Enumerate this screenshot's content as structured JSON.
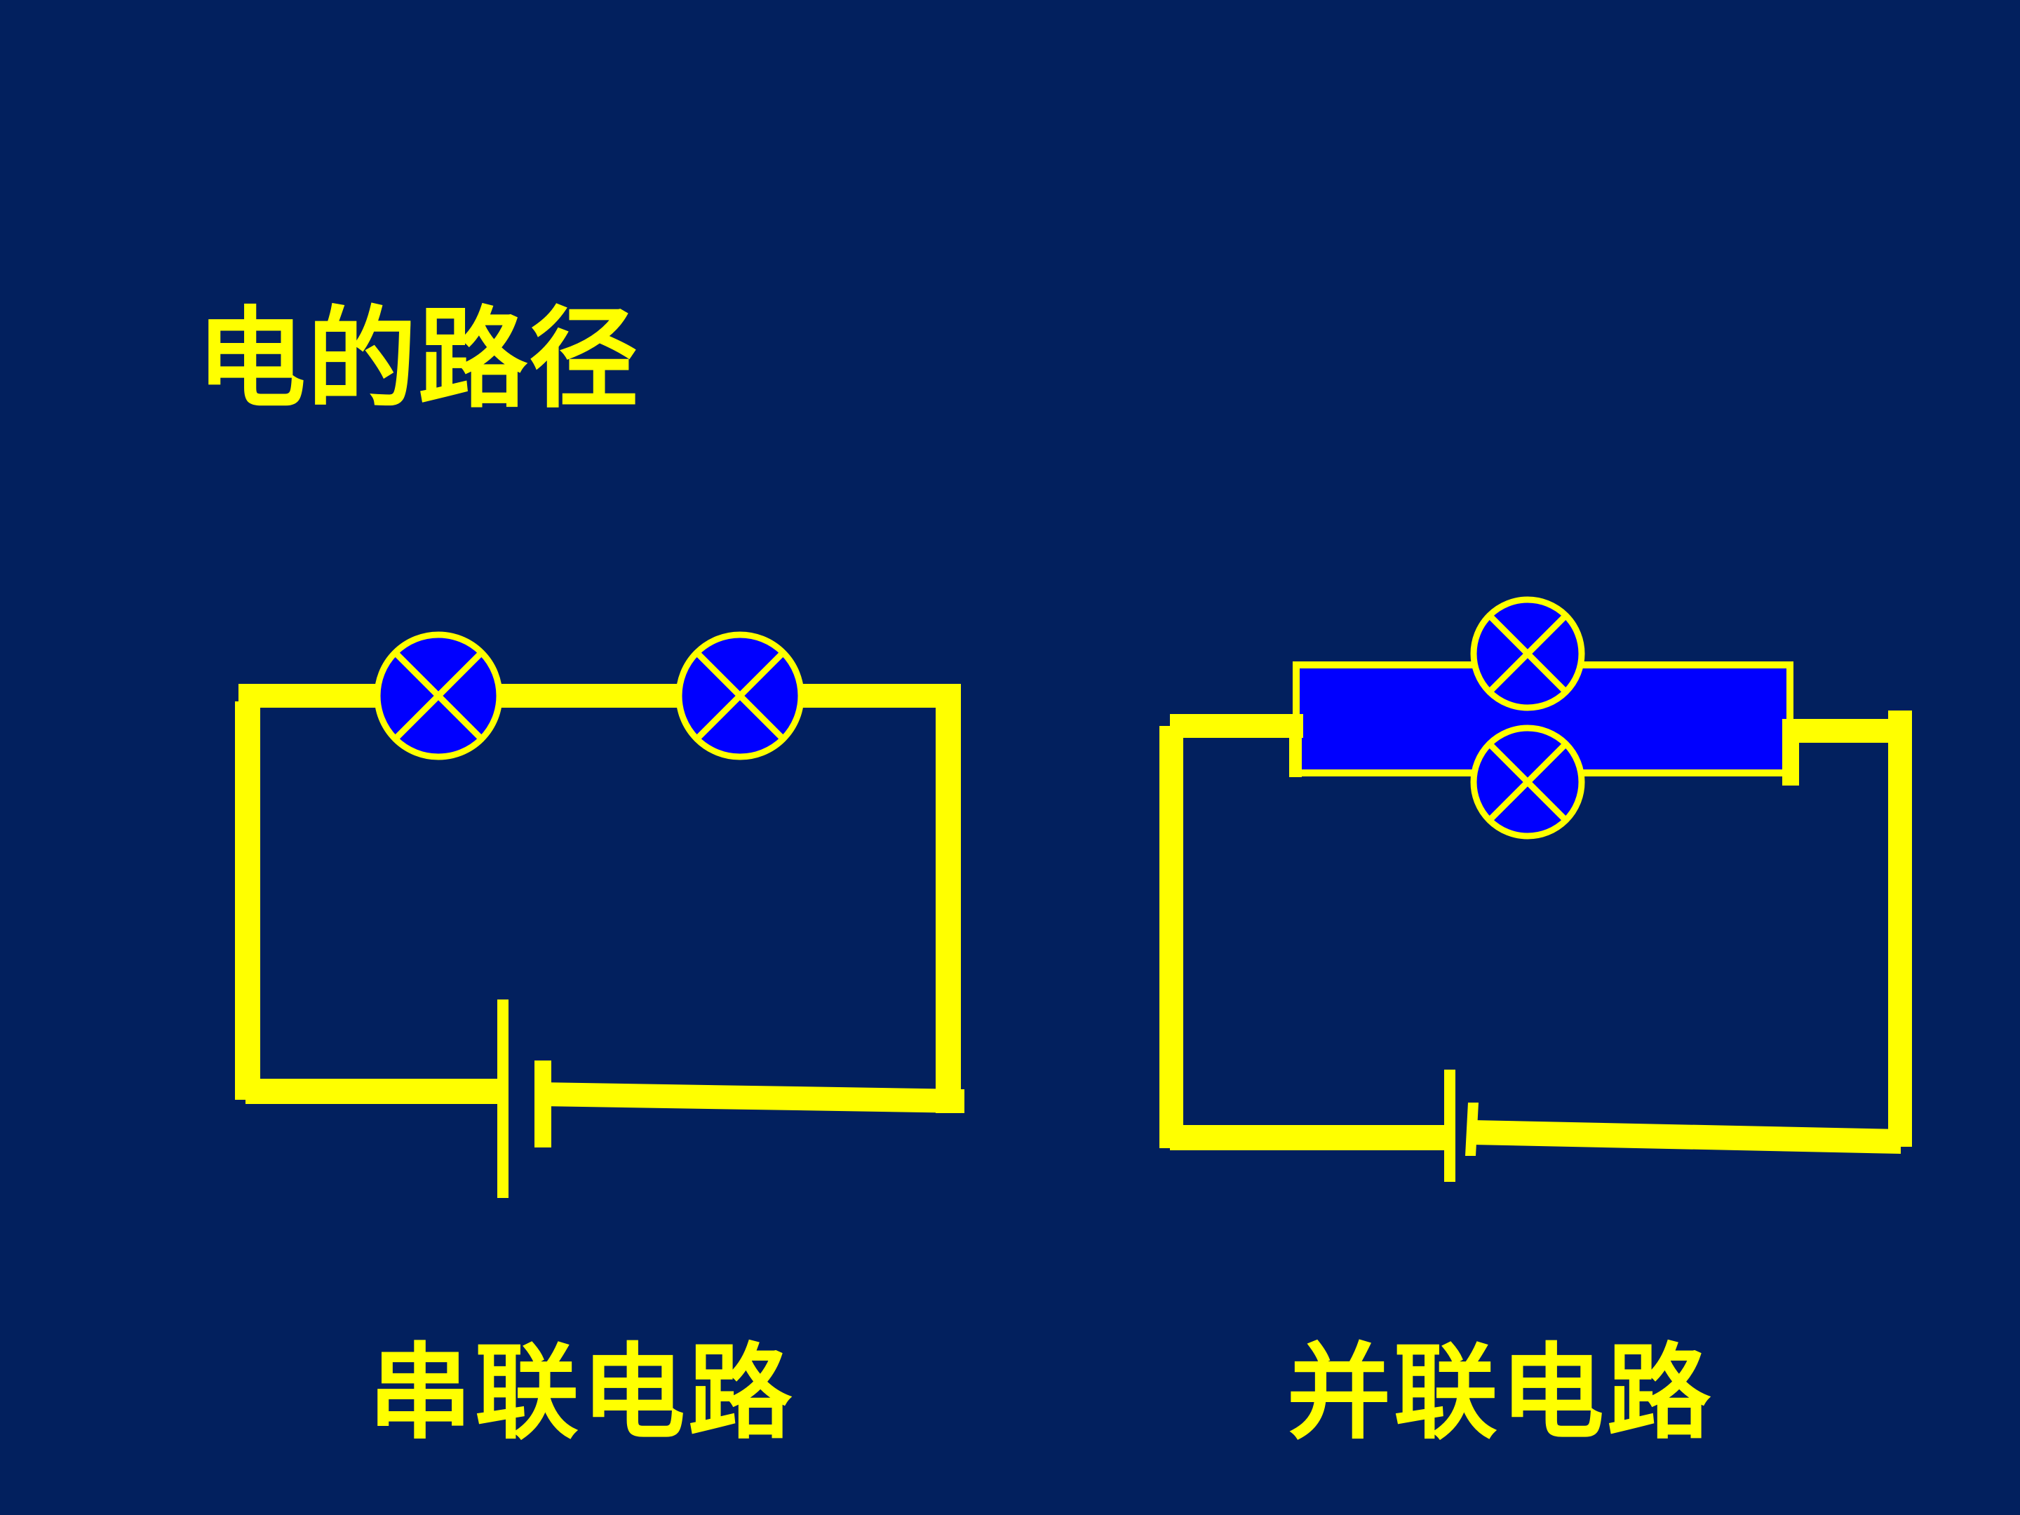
{
  "title": "电的路径",
  "series_circuit": {
    "caption": "串联电路",
    "bulb_count": 2
  },
  "parallel_circuit": {
    "caption": "并联电路",
    "bulb_count": 2
  },
  "colors": {
    "background": "#02205e",
    "wire": "#ffff00",
    "bulb_fill": "#0000ff",
    "parallel_branch_fill": "#0000ff"
  },
  "icons": [
    "lamp-icon",
    "battery-icon"
  ]
}
